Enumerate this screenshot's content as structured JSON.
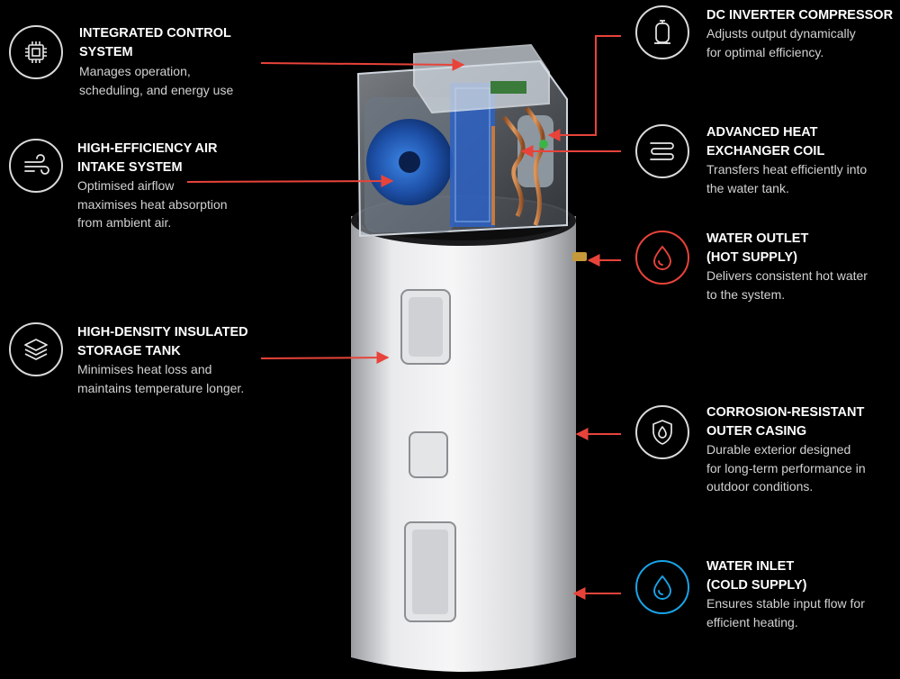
{
  "colors": {
    "background": "#000000",
    "arrow": "#e8433a",
    "hot_accent": "#e8433a",
    "cold_accent": "#1aa3e8",
    "icon_outline": "#d9d9d9"
  },
  "features": [
    {
      "key": "integrated-control-system",
      "icon": "circuit-chip-icon",
      "title_lines": [
        "INTEGRATED CONTROL",
        "SYSTEM"
      ],
      "desc_lines": [
        "Manages operation,",
        "scheduling, and energy use"
      ]
    },
    {
      "key": "high-efficiency-air-intake-system",
      "icon": "wind-icon",
      "title_lines": [
        "HIGH-EFFICIENCY AIR",
        "INTAKE SYSTEM"
      ],
      "desc_lines": [
        "Optimised airflow",
        "maximises heat absorption",
        "from ambient air."
      ]
    },
    {
      "key": "high-density-insulated-storage-tank",
      "icon": "layers-icon",
      "title_lines": [
        "HIGH-DENSITY INSULATED",
        "STORAGE TANK"
      ],
      "desc_lines": [
        "Minimises heat loss and",
        "maintains temperature longer."
      ]
    },
    {
      "key": "dc-inverter-compressor",
      "icon": "compressor-icon",
      "title_lines": [
        "DC INVERTER COMPRESSOR"
      ],
      "desc_lines": [
        "Adjusts output dynamically",
        "for optimal efficiency."
      ]
    },
    {
      "key": "advanced-heat-exchanger-coil",
      "icon": "coil-icon",
      "title_lines": [
        "ADVANCED HEAT",
        "EXCHANGER COIL"
      ],
      "desc_lines": [
        "Transfers heat efficiently into",
        "the water tank."
      ]
    },
    {
      "key": "water-outlet-hot-supply",
      "icon": "hot-water-drop-icon",
      "title_lines": [
        "WATER OUTLET",
        "(HOT SUPPLY)"
      ],
      "desc_lines": [
        "Delivers consistent hot water",
        "to the system."
      ]
    },
    {
      "key": "corrosion-resistant-outer-casing",
      "icon": "shield-drop-icon",
      "title_lines": [
        "CORROSION-RESISTANT",
        "OUTER CASING"
      ],
      "desc_lines": [
        "Durable exterior designed",
        "for long-term performance in",
        "outdoor conditions."
      ]
    },
    {
      "key": "water-inlet-cold-supply",
      "icon": "cold-water-drop-icon",
      "title_lines": [
        "WATER INLET",
        "(COLD SUPPLY)"
      ],
      "desc_lines": [
        "Ensures stable input flow for",
        "efficient heating."
      ]
    }
  ]
}
